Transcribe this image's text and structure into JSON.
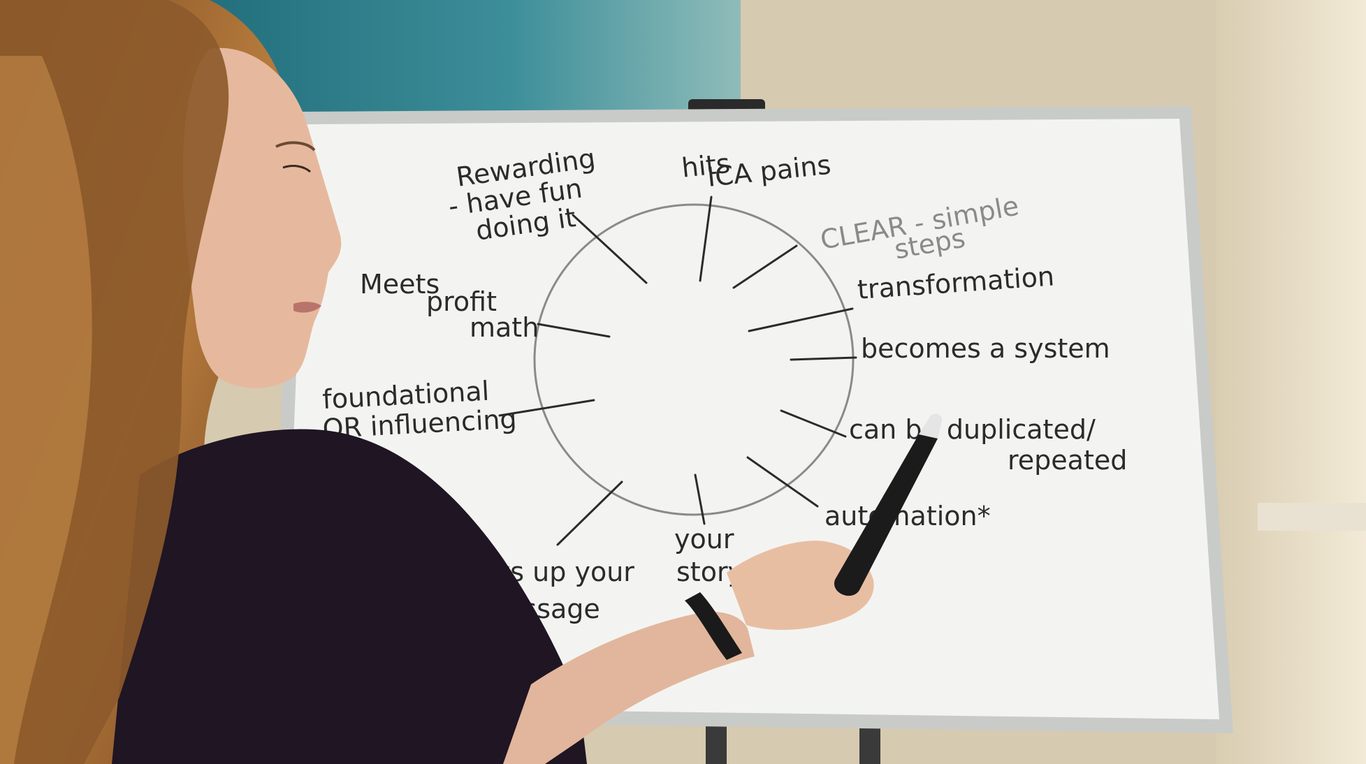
{
  "whiteboard": {
    "labels": {
      "rewarding": [
        "Rewarding",
        "- have fun",
        "doing it"
      ],
      "hits_pains": [
        "hits",
        "ICA pains"
      ],
      "clear": [
        "CLEAR - simple",
        "steps"
      ],
      "transformation": "transformation",
      "meets_profit": [
        "Meets",
        "profit",
        "math"
      ],
      "system": "becomes a system",
      "foundational": [
        "foundational",
        "OR influencing"
      ],
      "duplicated": [
        "can be duplicated/",
        "repeated"
      ],
      "backs_up": [
        "backs up your",
        "message"
      ],
      "your_story": [
        "your",
        "story"
      ],
      "automation": "automation*"
    }
  },
  "colors": {
    "board": "#f4f5f3",
    "frame": "#c9cbc8",
    "ink": "#2b2b2b",
    "wall_teal": "#2f7a86",
    "wall_beige": "#d8cdb6",
    "shirt": "#1e1422",
    "hair": "#a06a35"
  }
}
